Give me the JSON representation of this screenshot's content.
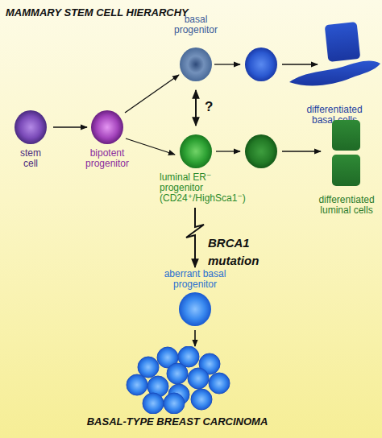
{
  "diagram": {
    "title": "MAMMARY STEM CELL HIERARCHY",
    "nodes": [
      {
        "text": [
          "stem cell"
        ]
      },
      {
        "text": [
          "bipotent progenitor"
        ]
      },
      {
        "text": [
          "basal progenitor"
        ]
      },
      {
        "text": [
          "luminal ER⁻ progenitor (CD24⁺/HighSca1⁻)"
        ]
      },
      {
        "text": [
          "differentiated basal cells"
        ]
      },
      {
        "text": [
          "differentiated luminal cells"
        ]
      },
      {
        "text": [
          "aberrant basal progenitor"
        ]
      },
      {
        "text": [
          "BASAL-TYPE BREAST CARCINOMA"
        ]
      }
    ],
    "edges": [
      {
        "from": 0,
        "to": 1,
        "arrow": "to"
      },
      {
        "from": 1,
        "to": 2,
        "arrow": "to"
      },
      {
        "from": 1,
        "to": 3,
        "arrow": "to"
      },
      {
        "from": 2,
        "to": 3,
        "arrow": "both",
        "label": "?"
      },
      {
        "from": 3,
        "to": 6,
        "arrow": "to",
        "label": "BRCA1 mutation"
      },
      {
        "from": 6,
        "to": 7,
        "arrow": "to"
      }
    ]
  }
}
